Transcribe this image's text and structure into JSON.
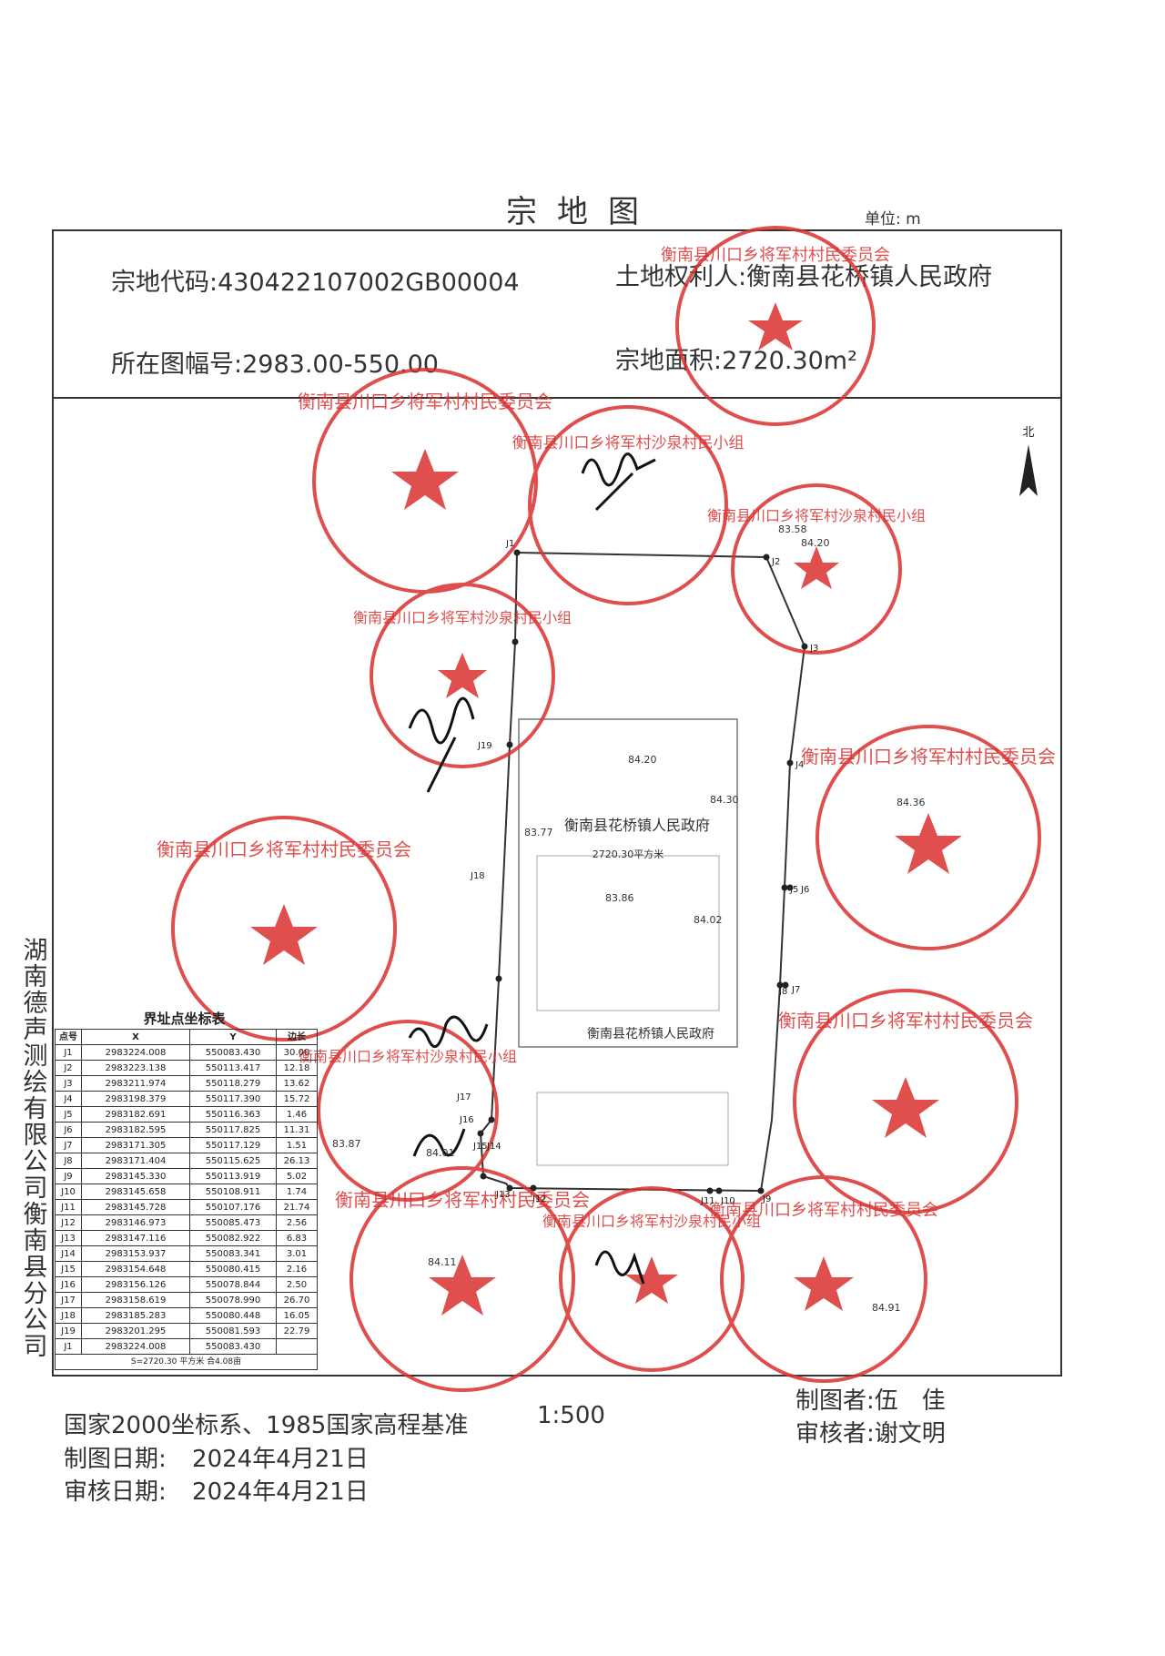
{
  "title": "宗地图",
  "unit_label": "单位: m",
  "header": {
    "parcel_code_label": "宗地代码:",
    "parcel_code": "430422107002GB00004",
    "owner_label": "土地权利人:",
    "owner": "衡南县花桥镇人民政府",
    "sheet_label": "所在图幅号:",
    "sheet_no": "2983.00-550.00",
    "area_label": "宗地面积:",
    "area_value": "2720.30",
    "area_unit": "m²"
  },
  "map": {
    "north_label": "北",
    "building_label": "衡南县花桥镇人民政府",
    "area_note": "2720.30平方米",
    "lower_label": "衡南县花桥镇人民政府",
    "elevations": [
      "83.58",
      "84.20",
      "84.30",
      "84.20",
      "83.77",
      "84.36",
      "83.86",
      "84.02",
      "84.11",
      "84.91",
      "84.01",
      "83.87"
    ],
    "point_labels": [
      "J1",
      "J2",
      "J3",
      "J4",
      "J5",
      "J6",
      "J7",
      "J8",
      "J9",
      "J10",
      "J11",
      "J12",
      "J13",
      "J14",
      "J15",
      "J16",
      "J17",
      "J18",
      "J19"
    ]
  },
  "stamps": {
    "committee": "衡南县川口乡将军村村民委员会",
    "group": "衡南县川口乡将军村沙泉村民小组"
  },
  "coord_table": {
    "caption": "界址点坐标表",
    "headers": [
      "点号",
      "X",
      "Y",
      "边长"
    ],
    "rows": [
      [
        "J1",
        "2983224.008",
        "550083.430",
        "30.00"
      ],
      [
        "J2",
        "2983223.138",
        "550113.417",
        "12.18"
      ],
      [
        "J3",
        "2983211.974",
        "550118.279",
        "13.62"
      ],
      [
        "J4",
        "2983198.379",
        "550117.390",
        "15.72"
      ],
      [
        "J5",
        "2983182.691",
        "550116.363",
        "1.46"
      ],
      [
        "J6",
        "2983182.595",
        "550117.825",
        "11.31"
      ],
      [
        "J7",
        "2983171.305",
        "550117.129",
        "1.51"
      ],
      [
        "J8",
        "2983171.404",
        "550115.625",
        "26.13"
      ],
      [
        "J9",
        "2983145.330",
        "550113.919",
        "5.02"
      ],
      [
        "J10",
        "2983145.658",
        "550108.911",
        "1.74"
      ],
      [
        "J11",
        "2983145.728",
        "550107.176",
        "21.74"
      ],
      [
        "J12",
        "2983146.973",
        "550085.473",
        "2.56"
      ],
      [
        "J13",
        "2983147.116",
        "550082.922",
        "6.83"
      ],
      [
        "J14",
        "2983153.937",
        "550083.341",
        "3.01"
      ],
      [
        "J15",
        "2983154.648",
        "550080.415",
        "2.16"
      ],
      [
        "J16",
        "2983156.126",
        "550078.844",
        "2.50"
      ],
      [
        "J17",
        "2983158.619",
        "550078.990",
        "26.70"
      ],
      [
        "J18",
        "2983185.283",
        "550080.448",
        "16.05"
      ],
      [
        "J19",
        "2983201.295",
        "550081.593",
        "22.79"
      ],
      [
        "J1",
        "2983224.008",
        "550083.430",
        ""
      ]
    ],
    "summary": "S=2720.30 平方米 合4.08亩"
  },
  "sidebar_text": "湖南德声测绘有限公司衡南县分公司",
  "footer": {
    "system": "国家2000坐标系、1985国家高程基准",
    "scale": "1:500",
    "drafter_label": "制图者:",
    "drafter": "伍　佳",
    "reviewer_label": "审核者:",
    "reviewer": "谢文明",
    "draw_date_label": "制图日期:",
    "draw_date": "2024年4月21日",
    "review_date_label": "审核日期:",
    "review_date": "2024年4月21日"
  },
  "colors": {
    "stamp": "#d9302f",
    "line": "#333333"
  }
}
